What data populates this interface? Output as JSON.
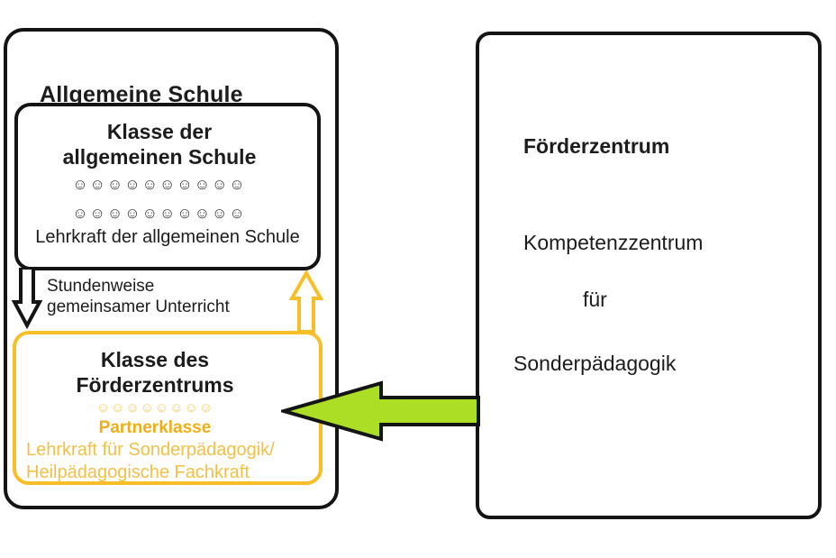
{
  "colors": {
    "gold": "#F7BE28",
    "gold_strong": "#EFAF14",
    "gold_soft": "#F6CC5E",
    "gold_text": "#F3BF45",
    "green": "#ACDE26",
    "outline": "#141414"
  },
  "left_panel": {
    "title": "Allgemeine Schule",
    "class_box": {
      "title_line1": "Klasse der",
      "title_line2": "allgemeinen Schule",
      "smiley_row1": "☺☺☺☺☺☺☺☺☺☺",
      "smiley_row2": "☺☺☺☺☺☺☺☺☺☺",
      "teacher": "Lehrkraft der allgemeinen Schule"
    },
    "exchange": {
      "line1": "Stundenweise",
      "line2": "gemeinsamer Unterricht"
    },
    "partner_box": {
      "title_line1": "Klasse des",
      "title_line2": "Förderzentrums",
      "smiley_row": "☺☺☺☺☺☺☺☺",
      "label": "Partnerklasse",
      "staff_line1": "Lehrkraft für Sonderpädagogik/",
      "staff_line2": "Heilpädagogische Fachkraft"
    }
  },
  "right_panel": {
    "title": "Förderzentrum",
    "line1": "Kompetenzzentrum",
    "line2": "für",
    "line3": "Sonderpädagogik"
  }
}
